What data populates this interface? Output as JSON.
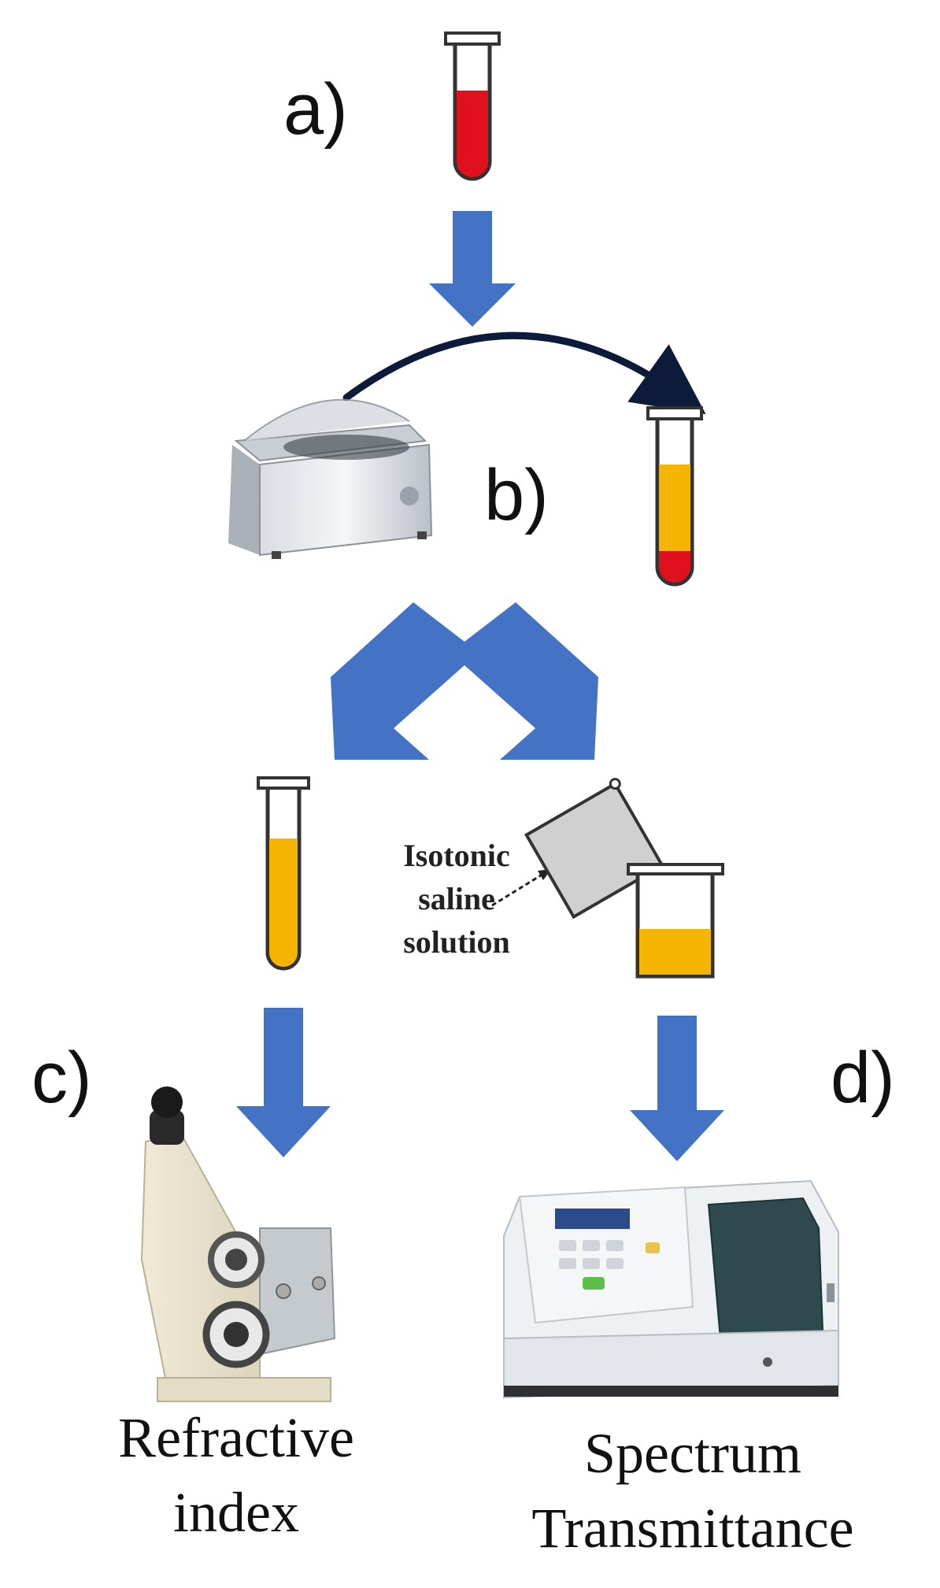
{
  "labels": {
    "step_a": "a)",
    "step_b": "b)",
    "step_c": "c)",
    "step_d": "d)"
  },
  "annotation": {
    "line1": "Isotonic",
    "line2": "saline",
    "line3": "solution"
  },
  "captions": {
    "refractive_line1": "Refractive",
    "refractive_line2": "index",
    "spectrum_line1": "Spectrum",
    "spectrum_line2": "Transmittance"
  },
  "colors": {
    "arrow": "#4472C4",
    "blood": "#E0101C",
    "plasma": "#F5B400",
    "tube_outline": "#333333",
    "curve": "#0D1B3A"
  }
}
